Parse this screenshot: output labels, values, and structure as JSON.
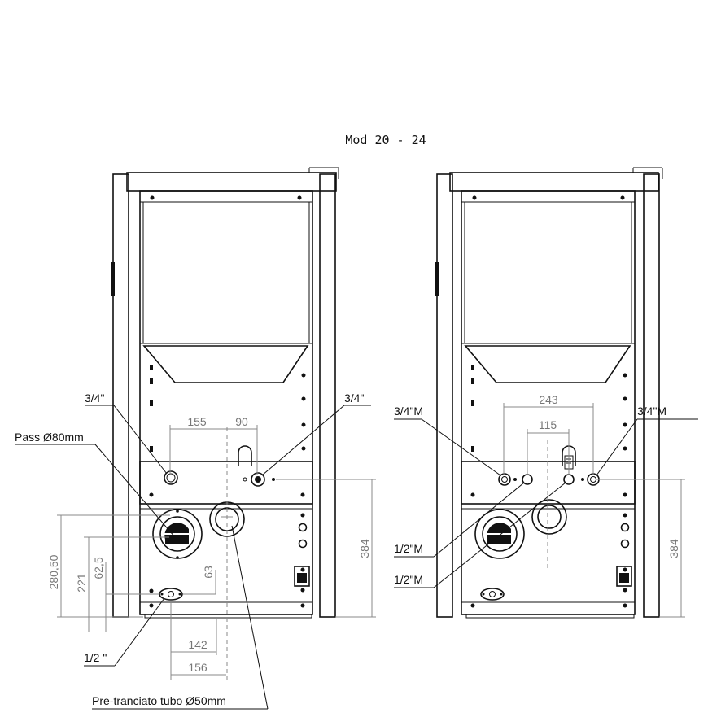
{
  "title": "Mod 20 - 24",
  "left_view": {
    "labels": {
      "top_left_fitting": "3/4\"",
      "top_right_fitting": "3/4\"",
      "pass": "Pass Ø80mm",
      "bottom_fitting": "1/2 \"",
      "pre_cut": "Pre-tranciato tubo Ø50mm"
    },
    "dimensions": {
      "d155": "155",
      "d90": "90",
      "d280": "280,50",
      "d221": "221",
      "d62": "62,5",
      "d63": "63",
      "d142": "142",
      "d156": "156",
      "d384": "384"
    }
  },
  "right_view": {
    "labels": {
      "left_fitting": "3/4\"M",
      "right_fitting": "3/4\"M",
      "half_inch_1": "1/2\"M",
      "half_inch_2": "1/2\"M"
    },
    "dimensions": {
      "d243": "243",
      "d115": "115",
      "d384": "384"
    }
  }
}
